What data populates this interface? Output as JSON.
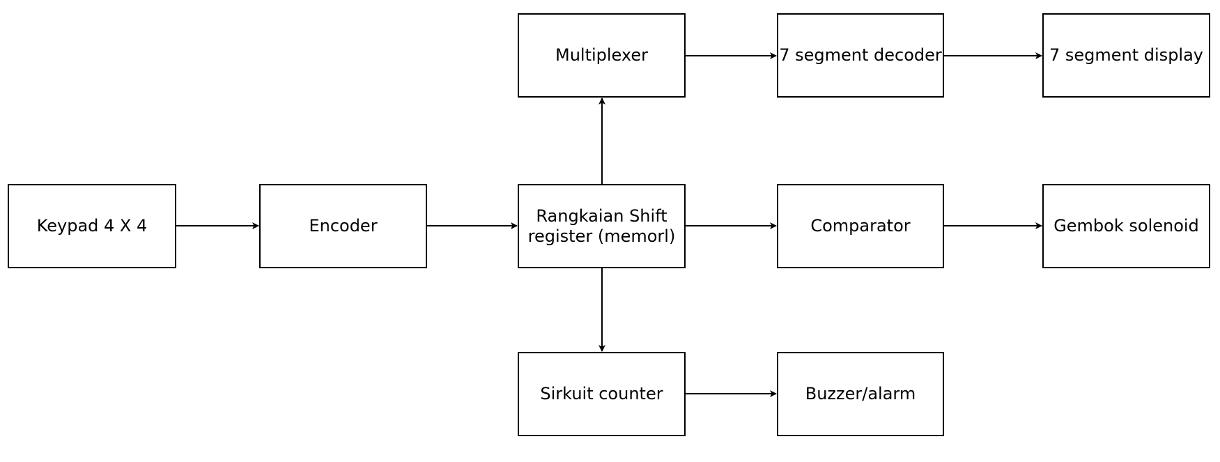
{
  "diagram": {
    "nodes": {
      "keypad": "Keypad 4 X 4",
      "encoder": "Encoder",
      "shift_register": "Rangkaian Shift\nregister (memorl)",
      "multiplexer": "Multiplexer",
      "seg_decoder": "7 segment decoder",
      "seg_display": "7 segment display",
      "comparator": "Comparator",
      "solenoid": "Gembok solenoid",
      "counter": "Sirkuit counter",
      "buzzer": "Buzzer/alarm"
    },
    "edges": [
      {
        "from": "keypad",
        "to": "encoder"
      },
      {
        "from": "encoder",
        "to": "shift_register"
      },
      {
        "from": "shift_register",
        "to": "multiplexer"
      },
      {
        "from": "multiplexer",
        "to": "seg_decoder"
      },
      {
        "from": "seg_decoder",
        "to": "seg_display"
      },
      {
        "from": "shift_register",
        "to": "comparator"
      },
      {
        "from": "comparator",
        "to": "solenoid"
      },
      {
        "from": "shift_register",
        "to": "counter"
      },
      {
        "from": "counter",
        "to": "buzzer"
      }
    ],
    "colors": {
      "stroke": "#000000",
      "fill": "#ffffff",
      "text": "#000000"
    }
  }
}
